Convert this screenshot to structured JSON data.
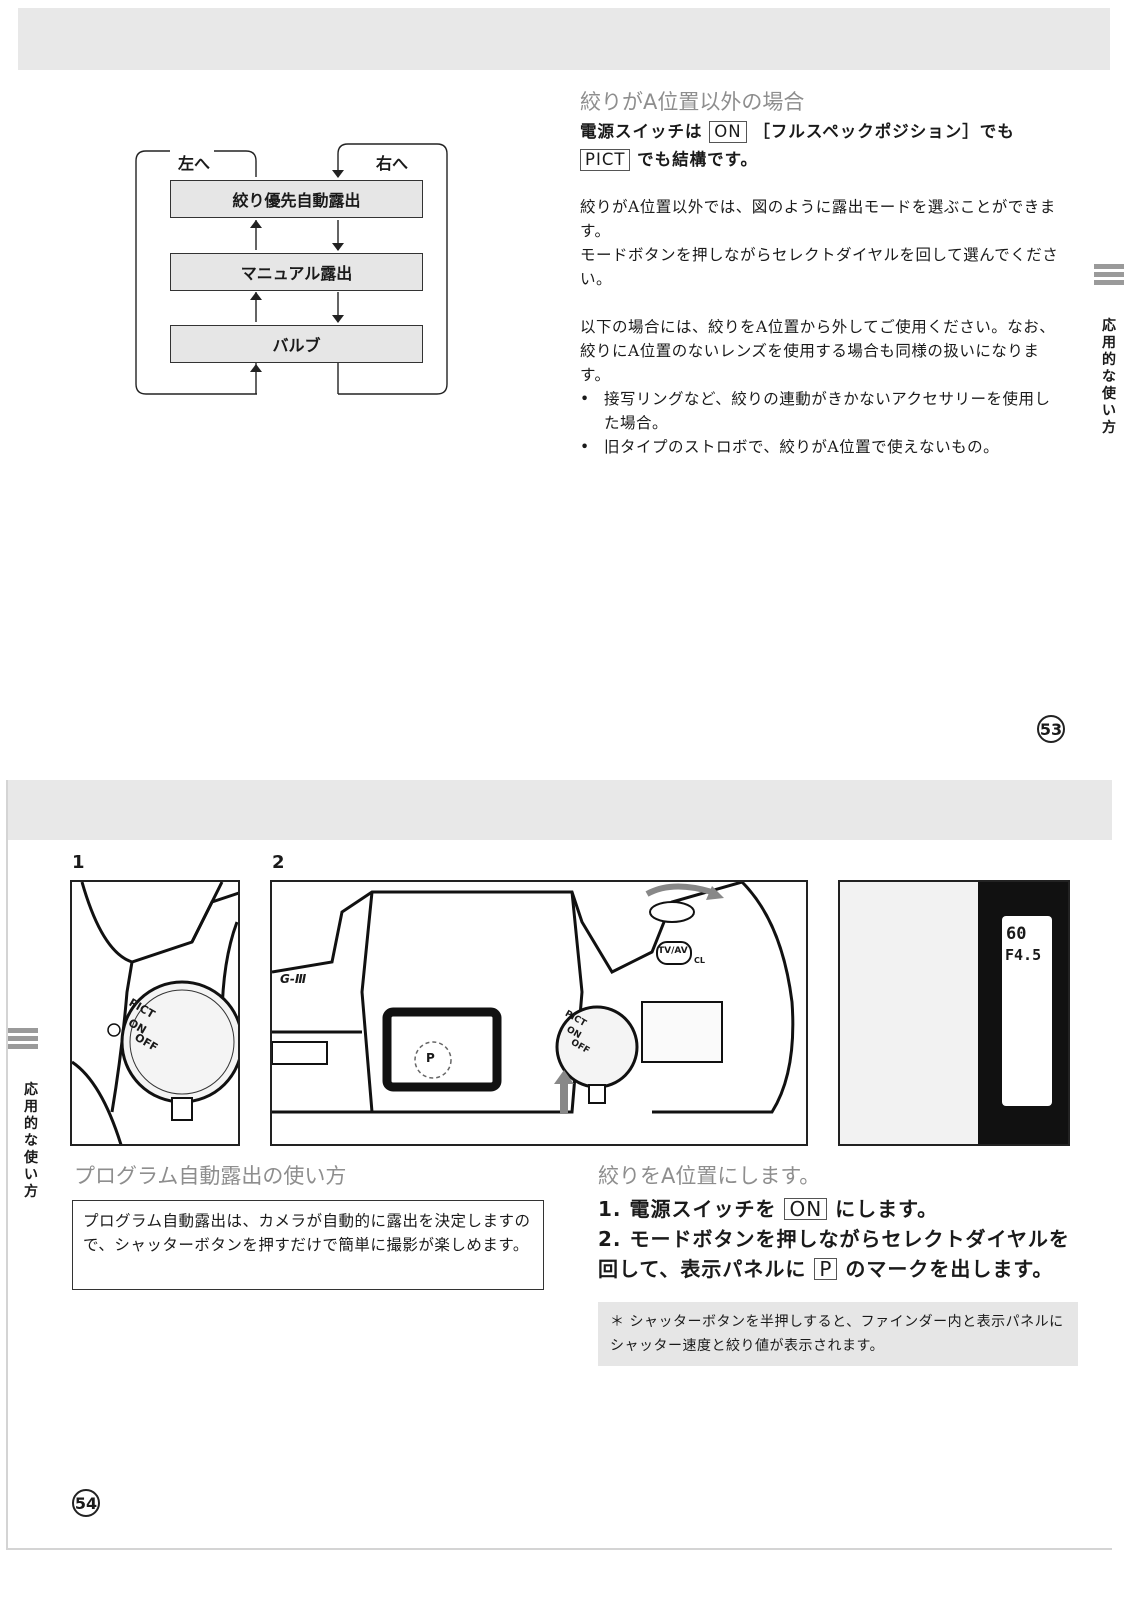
{
  "page53": {
    "heading": "絞りがA位置以外の場合",
    "line1_pre": "電源スイッチは",
    "line1_box": "ON",
    "line1_post": "［フルスペックポジション］でも",
    "line2_box": "PICT",
    "line2_post": "でも結構です。",
    "para1": "絞りがA位置以外では、図のように露出モードを選ぶことができます。",
    "para2": "モードボタンを押しながらセレクトダイヤルを回して選んでください。",
    "para3": "以下の場合には、絞りをA位置から外してご使用ください。なお、絞りにA位置のないレンズを使用する場合も同様の扱いになります。",
    "bullets": [
      "接写リングなど、絞りの連動がきかないアクセサリーを使用した場合。",
      "旧タイプのストロボで、絞りがA位置で使えないもの。"
    ],
    "flow": {
      "left_label": "左へ",
      "right_label": "右へ",
      "boxes": [
        "絞り優先自動露出",
        "マニュアル露出",
        "バルブ"
      ]
    },
    "side_tab": "応用的な使い方",
    "page_number": "53"
  },
  "page54": {
    "fig1_label": "1",
    "fig2_label": "2",
    "dial_labels": [
      "PICT",
      "ON",
      "OFF"
    ],
    "body_mark": "G-Ⅲ",
    "mode_button": "TV/AV",
    "mode_button_sub": "CL",
    "viewfinder_mark": "P",
    "lcd_line1": "60",
    "lcd_line2": "F4.5",
    "left_heading": "プログラム自動露出の使い方",
    "left_box_text": "プログラム自動露出は、カメラが自動的に露出を決定しますので、シャッターボタンを押すだけで簡単に撮影が楽しめます。",
    "right_heading": "絞りをA位置にします。",
    "step1_pre": "1. 電源スイッチを",
    "step1_box": "ON",
    "step1_post": "にします。",
    "step2_pre": "2. モードボタンを押しながらセレクトダイヤルを回して、表示パネルに",
    "step2_box": "P",
    "step2_post": "のマークを出します。",
    "note": "＊ シャッターボタンを半押しすると、ファインダー内と表示パネルにシャッター速度と絞り値が表示されます。",
    "side_tab": "応用的な使い方",
    "page_number": "54"
  }
}
